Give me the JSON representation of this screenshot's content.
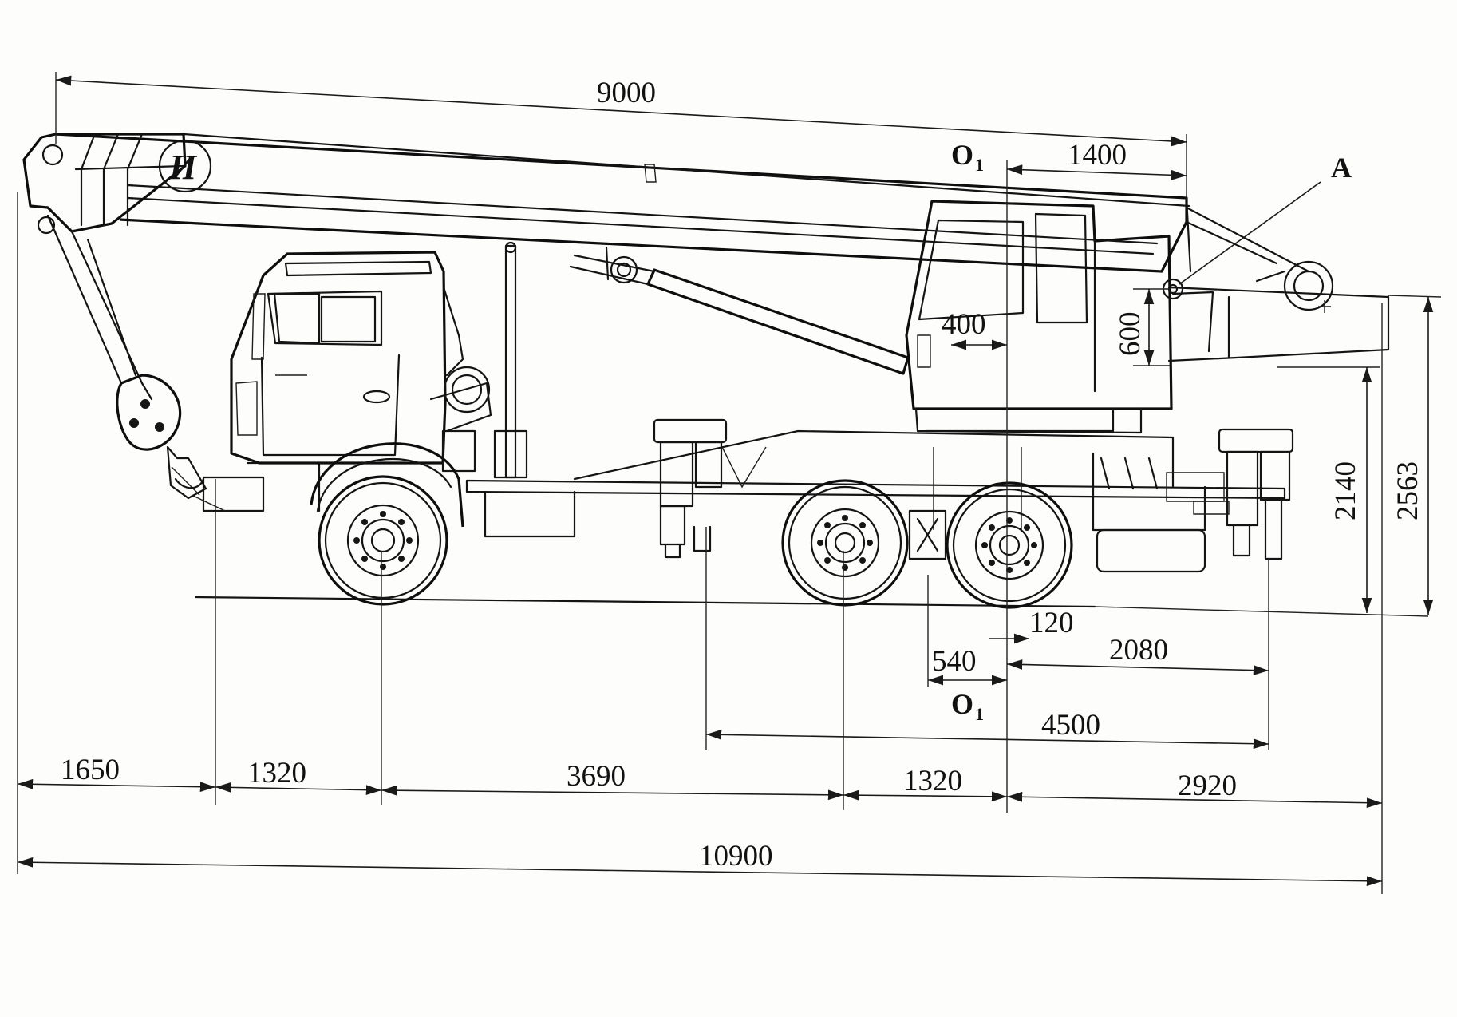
{
  "dimensions": {
    "boom_length": "9000",
    "boom_offset_top": "1400",
    "cab_offset": "400",
    "pivot_height": "600",
    "height_platform": "2140",
    "height_overall": "2563",
    "pivot_offset_small": "120",
    "pivot_offset_540": "540",
    "outrigger_rear": "2080",
    "outrigger_base": "4500",
    "front_overhang": "1650",
    "bumper_to_axle": "1320",
    "wheelbase_front": "3690",
    "bogie_spacing": "1320",
    "rear_overhang": "2920",
    "overall_length": "10900"
  },
  "points": {
    "o1_top_main": "O",
    "o1_top_sub": "1",
    "o1_bottom_main": "O",
    "o1_bottom_sub": "1",
    "a_label": "A"
  },
  "emblem": {
    "text": "И"
  }
}
